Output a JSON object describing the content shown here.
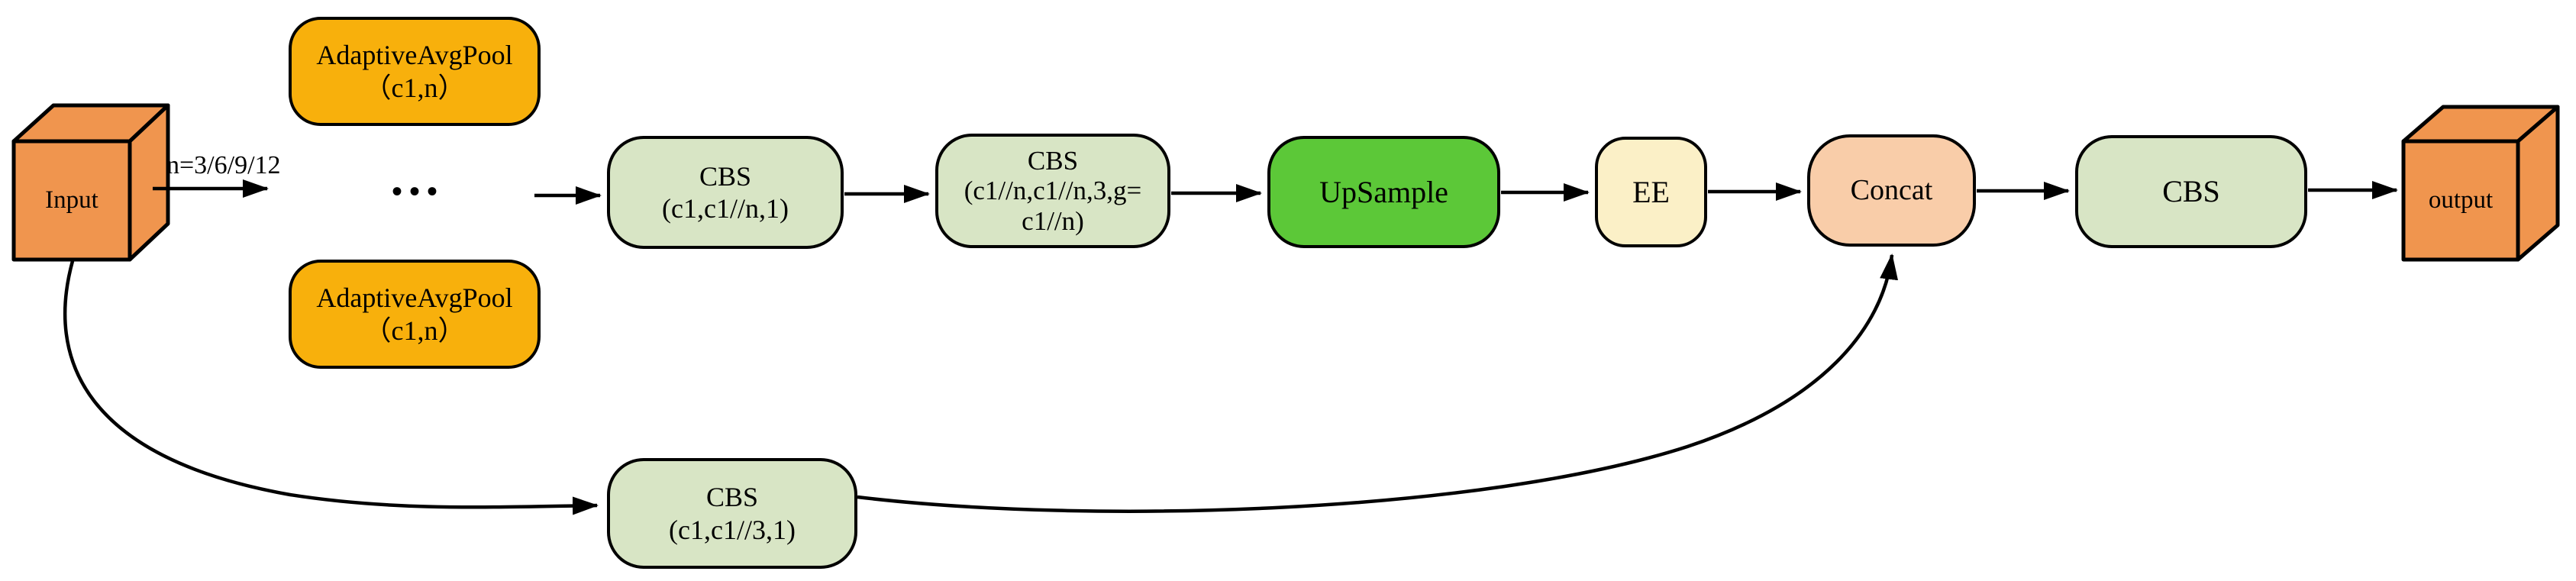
{
  "diagram": {
    "colors": {
      "cube_orange": "#F0954E",
      "pool_gold": "#F8B00C",
      "cbs_green": "#D8E5C5",
      "upsample_green": "#5CC838",
      "ee_cream": "#FBF0C7",
      "concat_peach": "#F9CDA9",
      "edge_black": "#000000"
    },
    "nodes": {
      "input_cube": {
        "label": "Input"
      },
      "adaptive_pool_top": {
        "line1": "AdaptiveAvgPool",
        "line2": "（c1,n）"
      },
      "adaptive_pool_bottom": {
        "line1": "AdaptiveAvgPool",
        "line2": "（c1,n）"
      },
      "ellipsis": {
        "label": "•••"
      },
      "cbs_reduce": {
        "line1": "CBS",
        "line2": "(c1,c1//n,1)"
      },
      "cbs_group": {
        "line1": "CBS",
        "line2": "(c1//n,c1//n,3,g=",
        "line3": "c1//n)"
      },
      "upsample": {
        "label": "UpSample"
      },
      "ee": {
        "label": "EE"
      },
      "concat": {
        "label": "Concat"
      },
      "cbs_out": {
        "label": "CBS"
      },
      "output_cube": {
        "label": "output"
      },
      "cbs_skip": {
        "line1": "CBS",
        "line2": "(c1,c1//3,1)"
      }
    },
    "edge_labels": {
      "input_branch": "n=3/6/9/12"
    }
  }
}
